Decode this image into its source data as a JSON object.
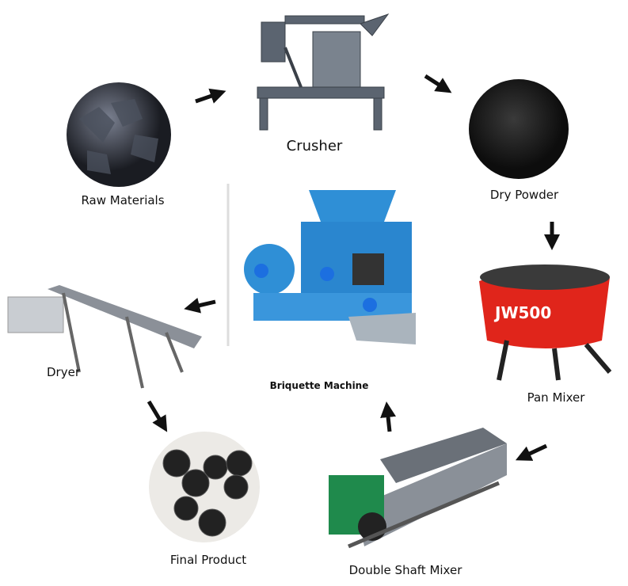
{
  "stages": {
    "raw_materials": "Raw Materials",
    "crusher": "Crusher",
    "dry_powder": "Dry Powder",
    "pan_mixer": "Pan Mixer",
    "double_shaft_mixer": "Double Shaft Mixer",
    "briquette_machine": "Briquette Machine",
    "dryer": "Dryer",
    "final_product": "Final Product"
  },
  "pan_mixer_marking": "JW500",
  "colors": {
    "arrow": "#111111",
    "briquette_machine": "#2f8fd6",
    "pan_mixer": "#e0251b",
    "mixer_gearbox": "#1f8a4c",
    "divider": "#dddddd"
  }
}
